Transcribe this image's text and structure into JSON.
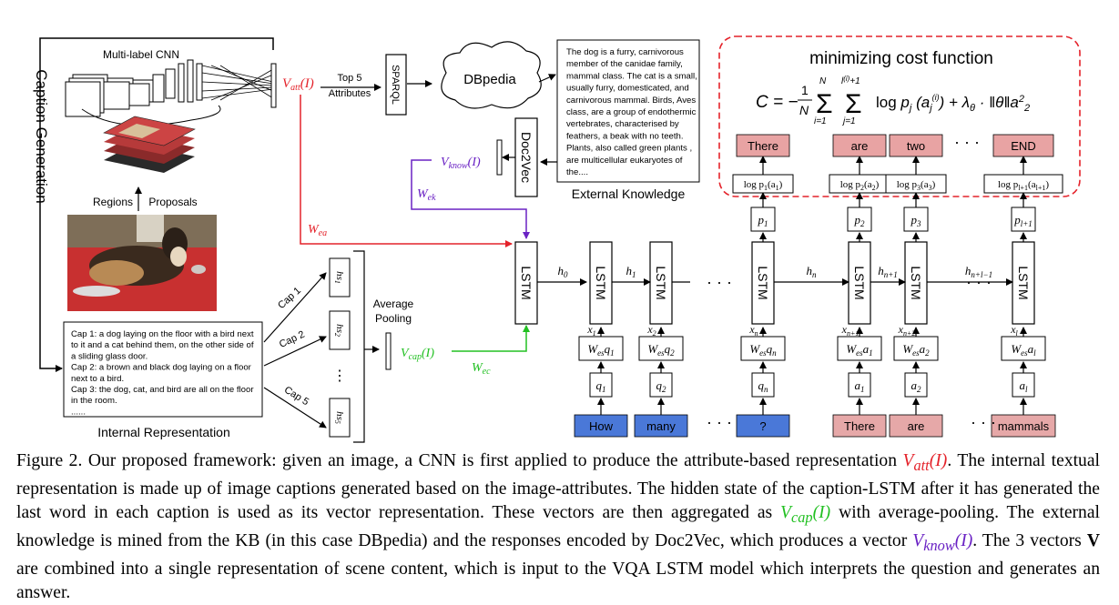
{
  "figure": {
    "cnn_label": "Multi-label CNN",
    "caption_generation": "Caption Generation",
    "regions_label": "Regions",
    "proposals_label": "Proposals",
    "v_att": "V",
    "v_att_sub": "att",
    "v_att_arg": "(I)",
    "top5_line1": "Top 5",
    "top5_line2": "Attributes",
    "sparql": "SPARQL",
    "dbpedia": "DBpedia",
    "kb_text": [
      "The dog is a furry, carnivorous",
      "member of the canidae family,",
      "mammal class. The cat is a small,",
      "usually furry, domesticated, and",
      "carnivorous mammal. Birds, Aves",
      "class, are a group of endothermic",
      "vertebrates, characterised by",
      "feathers, a beak with no teeth.",
      "Plants, also called green plants ,",
      "are multicellular eukaryotes of",
      "the...."
    ],
    "doc2vec": "Doc2Vec",
    "external_knowledge": "External Knowledge",
    "v_know": "V",
    "v_know_sub": "know",
    "w_ek": "W",
    "w_ek_sub": "ek",
    "w_ea": "W",
    "w_ea_sub": "ea",
    "w_ec": "W",
    "w_ec_sub": "ec",
    "captions": [
      "Cap 1: a dog laying on the floor with a bird next",
      "to it and a cat behind them, on the other side of",
      "a sliding glass door.",
      "Cap 2: a brown and black dog laying on a floor",
      "next to a bird.",
      "Cap 3: the dog, cat, and bird are all on the floor",
      "in the room.",
      "......"
    ],
    "internal_representation": "Internal Representation",
    "cap_labels": [
      "Cap 1",
      "Cap 2",
      "Cap 5"
    ],
    "hs": [
      "hs",
      "hs",
      "hs"
    ],
    "hs_sub": [
      "1",
      "2",
      "5"
    ],
    "vdots": "⋮",
    "average_pooling_line1": "Average",
    "average_pooling_line2": "Pooling",
    "v_cap": "V",
    "v_cap_sub": "cap",
    "lstm": "LSTM",
    "h0": "h",
    "h0_sub": "0",
    "hidden": [
      {
        "h": "h",
        "s": "1"
      },
      {
        "h": "h",
        "s": "n"
      },
      {
        "h": "h",
        "s": "n+1"
      },
      {
        "h": "h",
        "s": "n+l−1"
      }
    ],
    "dots": "· · ·",
    "cost_title": "minimizing cost function",
    "cost_formula": "C = − (1/N) Σ Σ log p (a ) + λ · ‖θ‖a²",
    "outputs": [
      "There",
      "are",
      "two",
      "END"
    ],
    "logp": [
      {
        "p": "log p",
        "s": "1",
        "a": "(a",
        "as": "1",
        "e": ")"
      },
      {
        "p": "log p",
        "s": "2",
        "a": "(a",
        "as": "2",
        "e": ")"
      },
      {
        "p": "log p",
        "s": "3",
        "a": "(a",
        "as": "3",
        "e": ")"
      },
      {
        "p": "log p",
        "s": "l+1",
        "a": "(a",
        "as": "l+1",
        "e": ")"
      }
    ],
    "probs": [
      {
        "p": "p",
        "s": "1"
      },
      {
        "p": "p",
        "s": "2"
      },
      {
        "p": "p",
        "s": "3"
      },
      {
        "p": "p",
        "s": "l+1"
      }
    ],
    "inputs_q": [
      "How",
      "many",
      "?"
    ],
    "inputs_a": [
      "There",
      "are",
      "mammals"
    ],
    "xs": [
      {
        "x": "x",
        "s": "1"
      },
      {
        "x": "x",
        "s": "2"
      },
      {
        "x": "x",
        "s": "n"
      },
      {
        "x": "x",
        "s": "n+1"
      },
      {
        "x": "x",
        "s": "n+2"
      },
      {
        "x": "x",
        "s": "l"
      }
    ],
    "wes": [
      {
        "w": "W",
        "s": "es",
        "q": "q",
        "qs": "1"
      },
      {
        "w": "W",
        "s": "es",
        "q": "q",
        "qs": "2"
      },
      {
        "w": "W",
        "s": "es",
        "q": "q",
        "qs": "n"
      },
      {
        "w": "W",
        "s": "es",
        "q": "a",
        "qs": "1"
      },
      {
        "w": "W",
        "s": "es",
        "q": "a",
        "qs": "2"
      },
      {
        "w": "W",
        "s": "es",
        "q": "a",
        "qs": "l"
      }
    ],
    "emb": [
      {
        "q": "q",
        "s": "1"
      },
      {
        "q": "q",
        "s": "2"
      },
      {
        "q": "q",
        "s": "n"
      },
      {
        "q": "a",
        "s": "1"
      },
      {
        "q": "a",
        "s": "2"
      },
      {
        "q": "a",
        "s": "l"
      }
    ],
    "colors": {
      "red": "#e4222a",
      "green": "#22c022",
      "purple": "#6a22c4",
      "blue_box": "#4a78d8",
      "pink_box": "#e6a8a8",
      "output_box": "#e8a3a3"
    }
  },
  "caption": {
    "p1": "Figure 2. Our proposed framework: given an image, a CNN is first applied to produce the attribute-based representation ",
    "v_att": "V",
    "v_att_sub": "att",
    "v_att_arg": "(I)",
    "p2": ". The internal textual representation is made up of image captions generated based on the image-attributes. The hidden state of the caption-LSTM after it has generated the last word in each caption is used as its vector representation. These vectors are then aggregated as ",
    "v_cap": "V",
    "v_cap_sub": "cap",
    "v_cap_arg": "(I)",
    "p3": " with average-pooling. The external knowledge is mined from the KB (in this case DBpedia) and the responses encoded by Doc2Vec, which produces a vector ",
    "v_know": "V",
    "v_know_sub": "know",
    "v_know_arg": "(I)",
    "p4": ". The 3 vectors ",
    "bold_v": "V",
    "p5": " are combined into a single representation of scene content, which is input to the VQA LSTM model which interprets the question and generates an answer."
  }
}
